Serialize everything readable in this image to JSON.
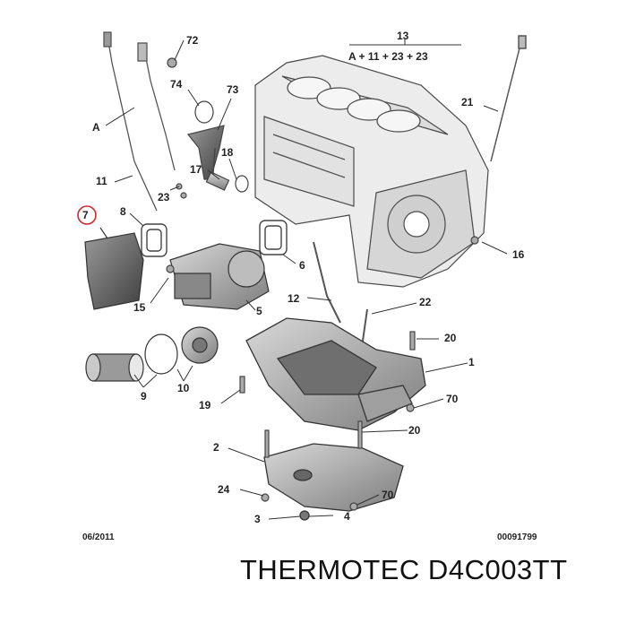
{
  "diagram": {
    "formula": "A + 11 + 23 + 23",
    "date": "06/2011",
    "code": "00091799",
    "highlight_color": "#cc2a2a",
    "part_color": "#8f8f8f",
    "labels": {
      "p72": "72",
      "p13": "13",
      "p74": "74",
      "p73": "73",
      "pA": "A",
      "p21": "21",
      "p18": "18",
      "p11": "11",
      "p17": "17",
      "p23": "23",
      "p7": "7",
      "p8": "8",
      "p16": "16",
      "p6": "6",
      "p12": "12",
      "p22": "22",
      "p15": "15",
      "p5": "5",
      "p20a": "20",
      "p1": "1",
      "p9": "9",
      "p10": "10",
      "p19": "19",
      "p70a": "70",
      "p20b": "20",
      "p2": "2",
      "p24": "24",
      "p70b": "70",
      "p3": "3",
      "p4": "4"
    }
  },
  "footer": {
    "brand": "THERMOTEC D4C003TT"
  }
}
